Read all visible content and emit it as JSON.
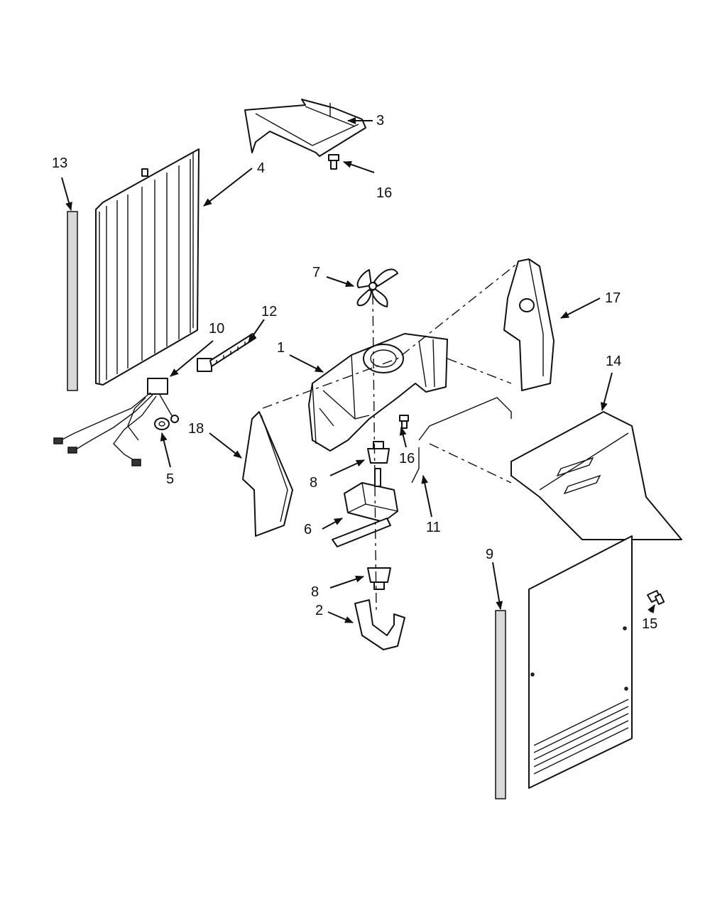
{
  "diagram": {
    "callouts": [
      {
        "id": "c3",
        "label": "3"
      },
      {
        "id": "c16a",
        "label": "16"
      },
      {
        "id": "c13",
        "label": "13"
      },
      {
        "id": "c4",
        "label": "4"
      },
      {
        "id": "c7",
        "label": "7"
      },
      {
        "id": "c17",
        "label": "17"
      },
      {
        "id": "c12",
        "label": "12"
      },
      {
        "id": "c10",
        "label": "10"
      },
      {
        "id": "c1",
        "label": "1"
      },
      {
        "id": "c14",
        "label": "14"
      },
      {
        "id": "c18",
        "label": "18"
      },
      {
        "id": "c16b",
        "label": "16"
      },
      {
        "id": "c5",
        "label": "5"
      },
      {
        "id": "c8a",
        "label": "8"
      },
      {
        "id": "c6",
        "label": "6"
      },
      {
        "id": "c11",
        "label": "11"
      },
      {
        "id": "c9",
        "label": "9"
      },
      {
        "id": "c8b",
        "label": "8"
      },
      {
        "id": "c2",
        "label": "2"
      },
      {
        "id": "c15",
        "label": "15"
      }
    ]
  }
}
